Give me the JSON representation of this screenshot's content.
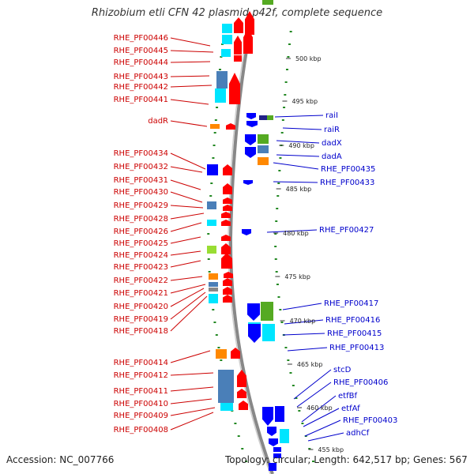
{
  "title": "Rhizobium etli CFN 42 plasmid p42f, complete sequence",
  "footer": {
    "accession": "Accession: NC_007766",
    "topology": "Topology: circular; Length: 642,517 bp; Genes: 567"
  },
  "kbp_marks": [
    "500 kbp",
    "495 kbp",
    "490 kbp",
    "485 kbp",
    "480 kbp",
    "475 kbp",
    "470 kbp",
    "465 kbp",
    "460 kbp",
    "455 kbp"
  ],
  "left_labels": [
    "RHE_PF00446",
    "RHE_PF00445",
    "RHE_PF00444",
    "RHE_PF00443",
    "RHE_PF00442",
    "RHE_PF00441",
    "dadR",
    "RHE_PF00434",
    "RHE_PF00432",
    "RHE_PF00431",
    "RHE_PF00430",
    "RHE_PF00429",
    "RHE_PF00428",
    "RHE_PF00426",
    "RHE_PF00425",
    "RHE_PF00424",
    "RHE_PF00423",
    "RHE_PF00422",
    "RHE_PF00421",
    "RHE_PF00420",
    "RHE_PF00419",
    "RHE_PF00418",
    "RHE_PF00414",
    "RHE_PF00412",
    "RHE_PF00411",
    "RHE_PF00410",
    "RHE_PF00409",
    "RHE_PF00408"
  ],
  "right_labels": [
    "raiI",
    "raiR",
    "dadX",
    "dadA",
    "RHE_PF00435",
    "RHE_PF00433",
    "RHE_PF00427",
    "RHE_PF00417",
    "RHE_PF00416",
    "RHE_PF00415",
    "RHE_PF00413",
    "stcD",
    "RHE_PF00406",
    "etfBf",
    "etfAf",
    "RHE_PF00403",
    "adhCf"
  ],
  "colors": {
    "forward_strand": "#ff0000",
    "reverse_strand": "#0000ff",
    "left_label": "#cc0000",
    "right_label": "#0000cc",
    "backbone": "#888888",
    "tick": "#228822"
  }
}
